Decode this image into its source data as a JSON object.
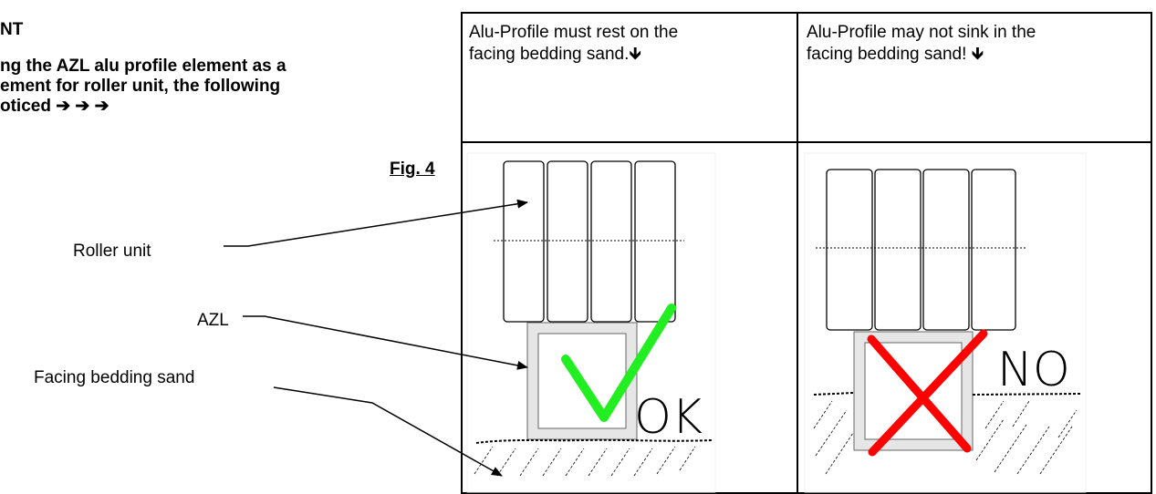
{
  "heading": "NT",
  "intro_lines": [
    "ng the AZL alu profile element as a",
    "ement for roller unit, the following",
    "oticed ➔ ➔ ➔"
  ],
  "figure_label": "Fig. 4",
  "labels": {
    "roller_unit": "Roller unit",
    "azl": "AZL",
    "sand": "Facing bedding sand"
  },
  "cells": {
    "left_header": [
      "Alu-Profile must rest on the",
      "facing bedding sand.🡻"
    ],
    "right_header": [
      "Alu-Profile may not sink in the",
      "facing bedding sand! 🡻"
    ]
  },
  "marks": {
    "ok": "OK",
    "no": "NO"
  },
  "colors": {
    "check": "#22ee22",
    "cross": "#ff0000",
    "frame": "#e6e6e6"
  }
}
